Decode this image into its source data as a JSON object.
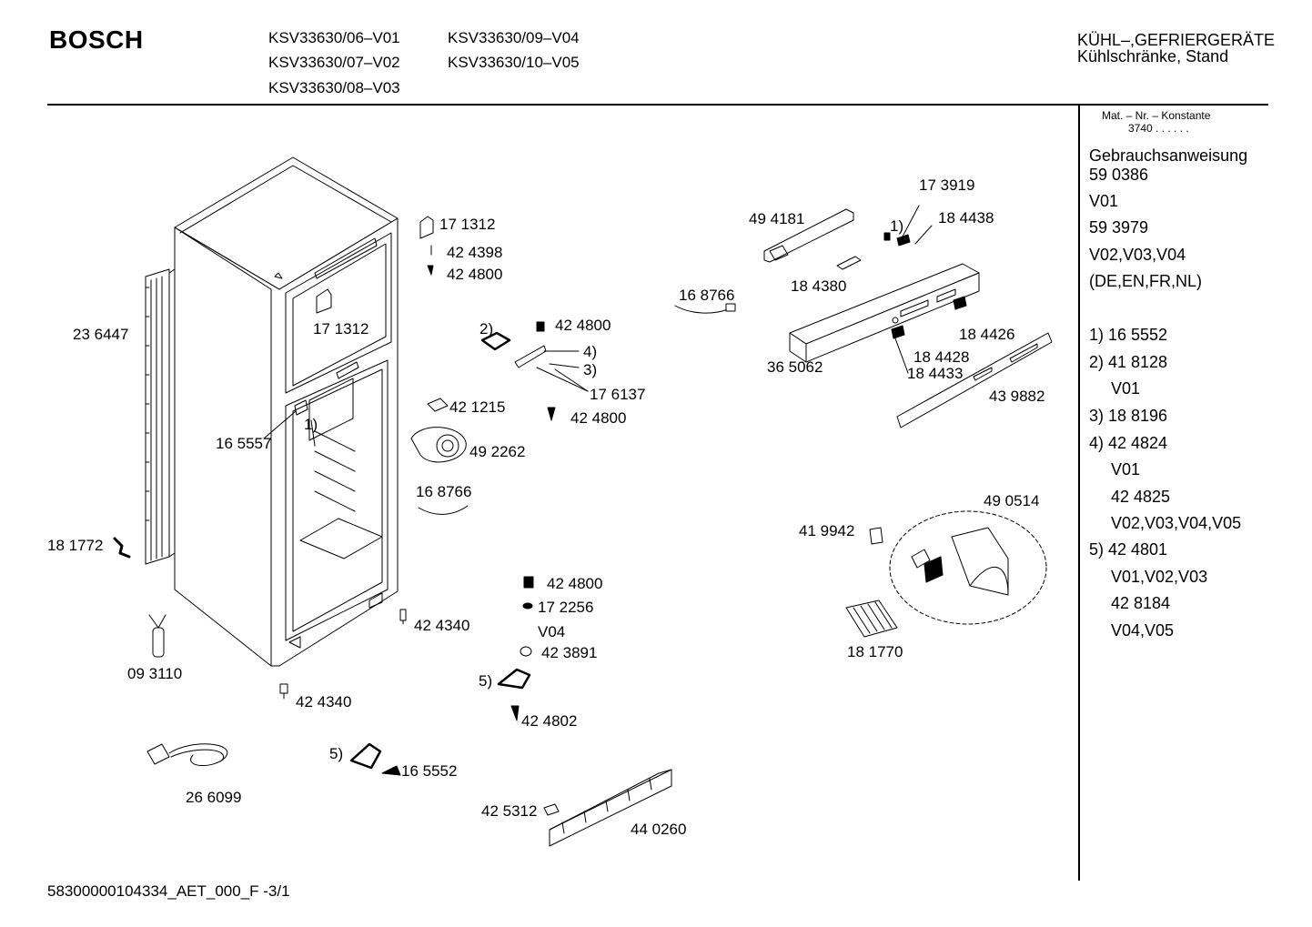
{
  "header": {
    "brand": "BOSCH",
    "models": [
      "KSV33630/06–V01",
      "KSV33630/07–V02",
      "KSV33630/08–V03",
      "KSV33630/09–V04",
      "KSV33630/10–V05"
    ],
    "category": "KÜHL–,GEFRIERGERÄTE",
    "subcategory": "Kühlschränke, Stand"
  },
  "sidebar": {
    "mat_label": "Mat. – Nr. – Konstante",
    "mat_value": "3740  .  .  .  .  .  .",
    "lines": [
      "Gebrauchsanweisung",
      "59 0386",
      "V01",
      "59 3979",
      "V02,V03,V04",
      "(DE,EN,FR,NL)",
      "1) 16 5552",
      "2) 41 8128",
      "V01",
      "3) 18 8196",
      "4) 42 4824",
      "V01",
      "42 4825",
      "V02,V03,V04,V05",
      "5) 42 4801",
      "V01,V02,V03",
      "42 8184",
      "V04,V05"
    ]
  },
  "parts": [
    "23 6447",
    "16 5557",
    "1)",
    "18 1772",
    "09 3110",
    "17 1312",
    "42 4398",
    "42 4800",
    "17 1312",
    "2)",
    "42 4800",
    "4)",
    "3)",
    "17 6137",
    "42 1215",
    "42 4800",
    "49 2262",
    "16 8766",
    "42 4340",
    "42 4340",
    "26 6099",
    "42 4800",
    "17 2256",
    "V04",
    "42 3891",
    "5)",
    "42 4802",
    "5)",
    "16 5552",
    "42 5312",
    "44 0260",
    "16 8766",
    "49 4181",
    "17 3919",
    "1)",
    "18 4438",
    "18 4380",
    "18 4426",
    "36 5062",
    "18 4428",
    "18 4433",
    "43 9882",
    "49 0514",
    "41 9942",
    "18 1770"
  ],
  "footer": "58300000104334_AET_000_F  -3/1"
}
